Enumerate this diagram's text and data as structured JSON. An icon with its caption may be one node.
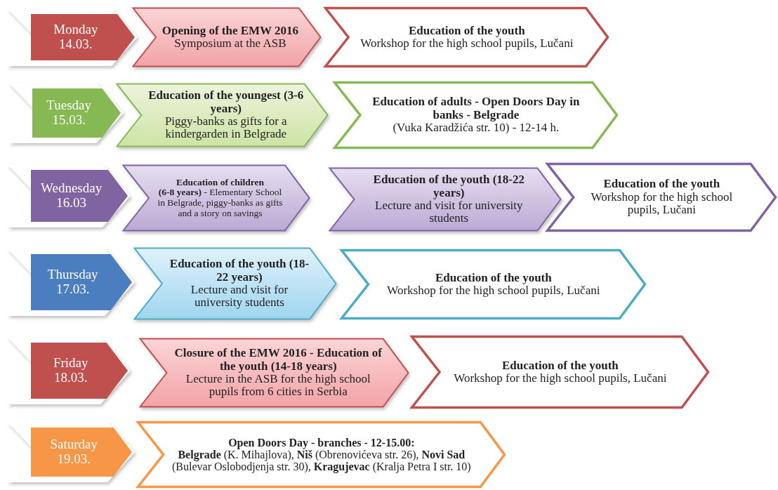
{
  "diagram": {
    "nodes": [
      {
        "text": [
          "Monday 14.03."
        ]
      },
      {
        "text": [
          "Opening of the EMW 2016",
          "Symposium at the ASB"
        ]
      },
      {
        "text": [
          "Education of the youth",
          "Workshop for the high school pupils, Lučani"
        ]
      },
      {
        "text": [
          "Tuesday 15.03."
        ]
      },
      {
        "text": [
          "Education of the youngest (3-6 years)",
          "Piggy-banks as gifts for a kindergarden in Belgrade"
        ]
      },
      {
        "text": [
          "Education of adults - Open Doors Day in banks - Belgrade",
          "(Vuka Karadžića str. 10) - 12-14 h."
        ]
      },
      {
        "text": [
          "Wednesday 16.03"
        ]
      },
      {
        "text": [
          "Education of children",
          "**(6-8 years)** - Elementary School in Belgrade, piggy-banks as gifts and a story on savings"
        ]
      },
      {
        "text": [
          "Education of the youth (18-22 years)",
          "Lecture and visit for university students"
        ]
      },
      {
        "text": [
          "Education of the youth",
          "Workshop for the high school pupils, Lučani"
        ]
      },
      {
        "text": [
          "Thursday 17.03."
        ]
      },
      {
        "text": [
          "Education of the youth (18-22 years)",
          "Lecture and visit for university students"
        ]
      },
      {
        "text": [
          "Education of the youth",
          "Workshop for the high school pupils, Lučani"
        ]
      },
      {
        "text": [
          "Friday 18.03."
        ]
      },
      {
        "text": [
          "Closure of the EMW 2016 - Education of the youth (14-18 years)",
          "Lecture in the ASB for the high school pupils from 6 cities in Serbia"
        ]
      },
      {
        "text": [
          "Education of the youth",
          "Workshop for the high school pupils, Lučani"
        ]
      },
      {
        "text": [
          "Saturday 19.03."
        ]
      },
      {
        "text": [
          "Open Doors Day - branches - 12-15.00:",
          "**Belgrade** (K. Mihajlova), **Niš** (Obrenovićeva str. 26), **Novi Sad** (Bulevar Oslobodjenja str. 30), **Kragujevac** (Kralja Petra I str. 10)"
        ]
      }
    ]
  }
}
